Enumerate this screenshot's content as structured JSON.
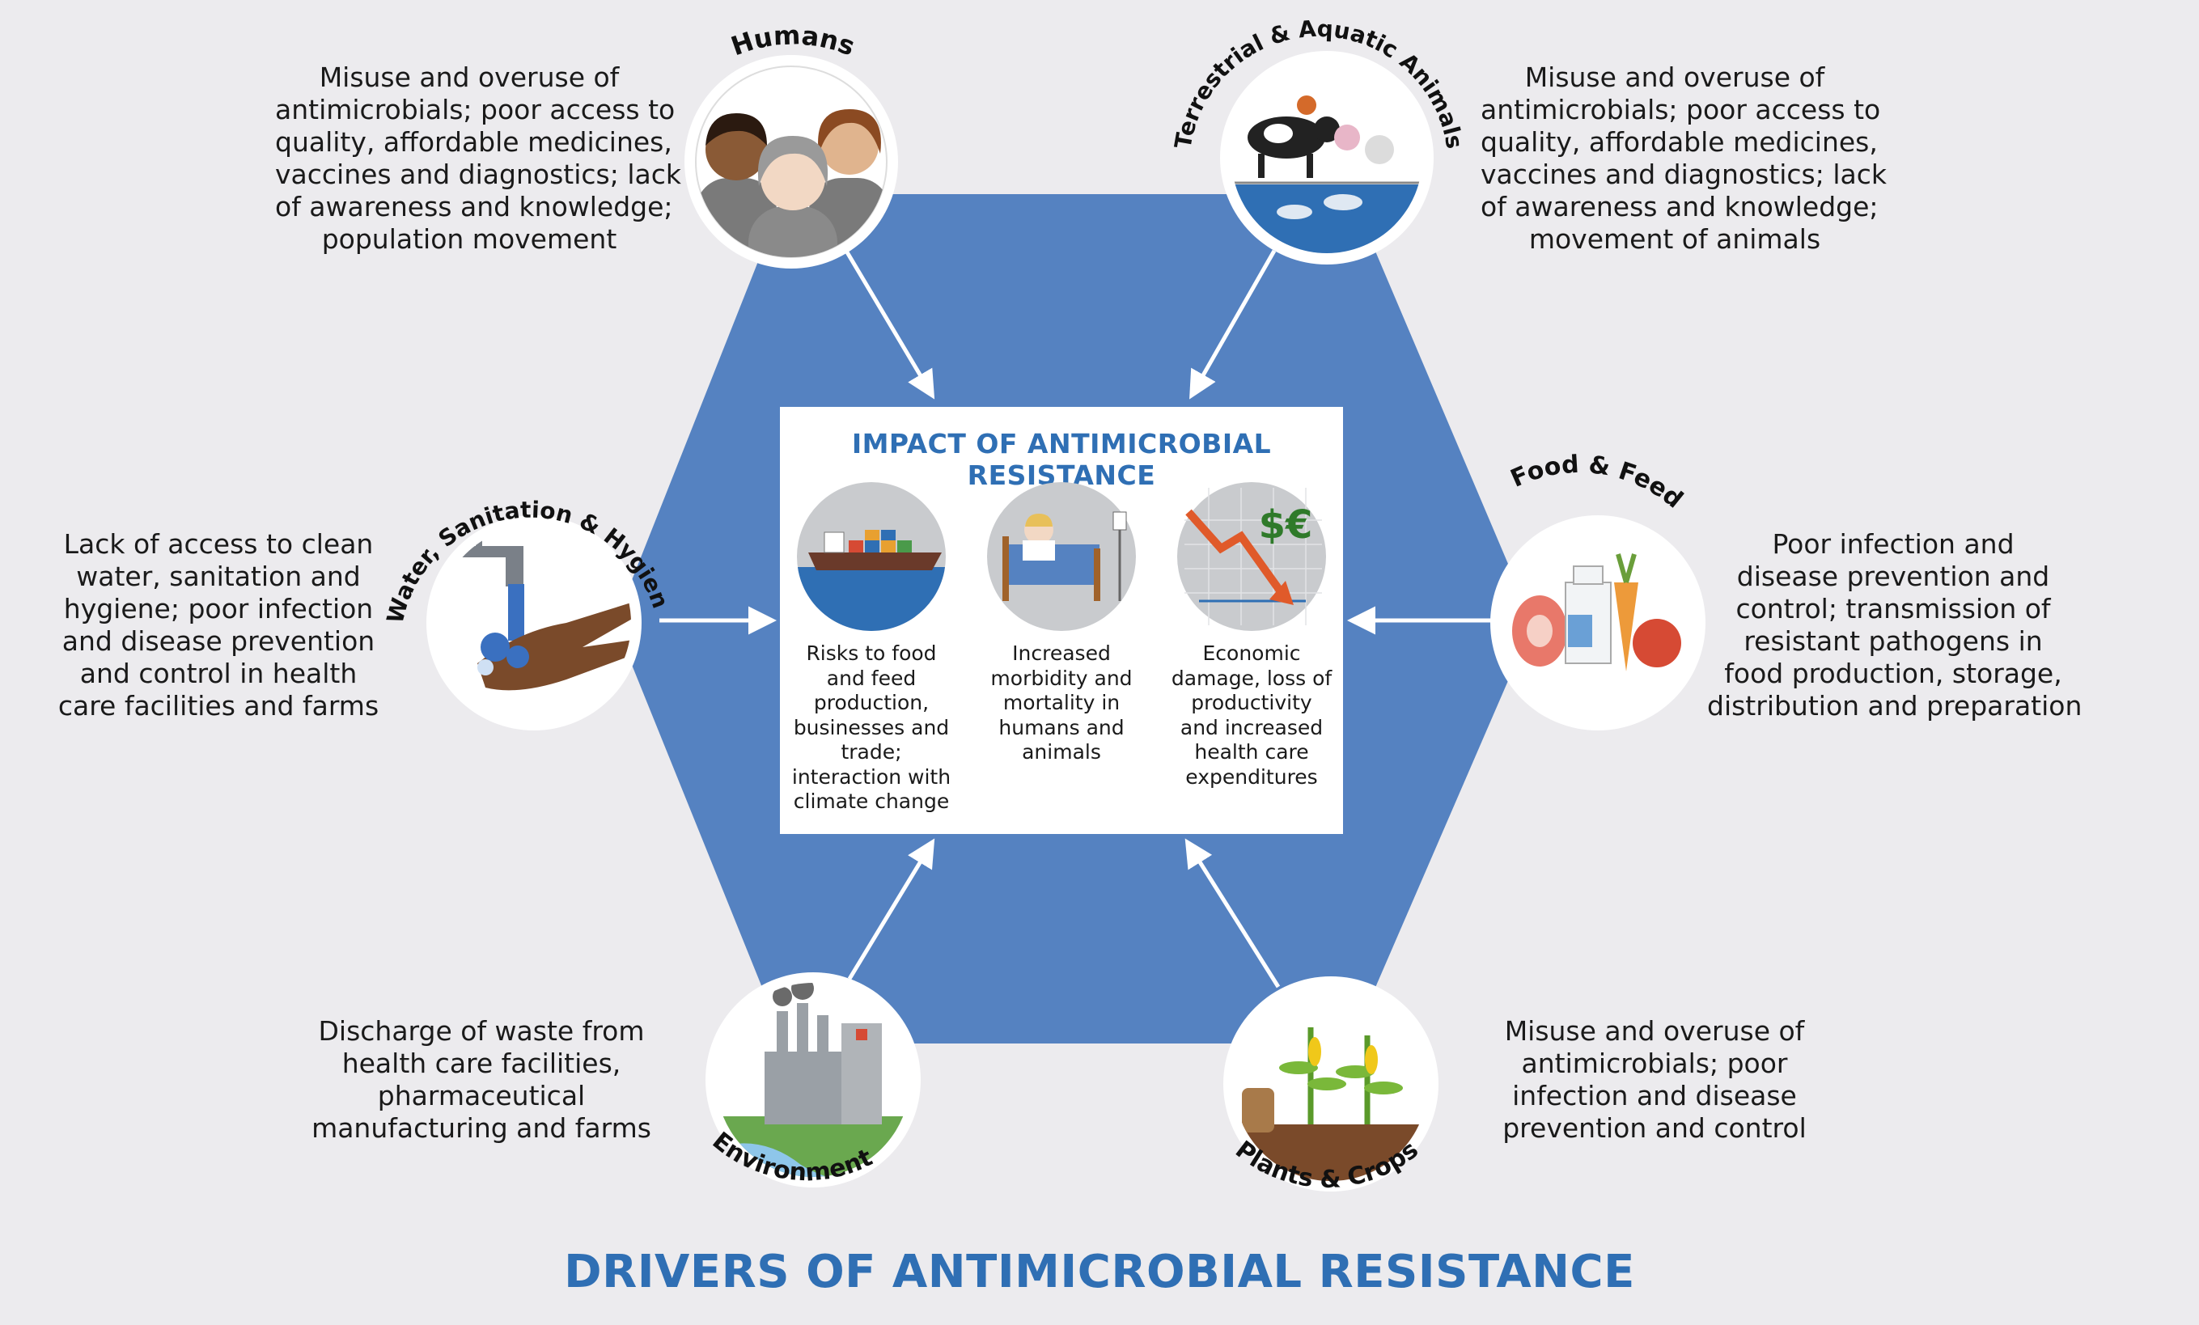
{
  "footer_title": "DRIVERS OF ANTIMICROBIAL RESISTANCE",
  "impact": {
    "title": "IMPACT OF ANTIMICROBIAL RESISTANCE",
    "items": [
      {
        "icon": "cargo-ship-icon",
        "lines": [
          "Risks to food",
          "and feed",
          "production,",
          "businesses and",
          "trade;",
          "interaction with",
          "climate change"
        ]
      },
      {
        "icon": "patient-in-bed-icon",
        "lines": [
          "Increased",
          "morbidity and",
          "mortality in",
          "humans and",
          "animals"
        ]
      },
      {
        "icon": "economic-decline-icon",
        "lines": [
          "Economic",
          "damage, loss of",
          "productivity",
          "and increased",
          "health care",
          "expenditures"
        ]
      }
    ],
    "currency_label": "$€"
  },
  "drivers": {
    "humans": {
      "label": "Humans",
      "icon": "people-icon",
      "lines": [
        "Misuse and overuse of",
        "antimicrobials; poor access to",
        "quality, affordable medicines,",
        "vaccines and diagnostics; lack",
        "of awareness and knowledge;",
        "population movement"
      ]
    },
    "animals": {
      "label": "Terrestrial & Aquatic Animals",
      "icon": "farm-animals-icon",
      "lines": [
        "Misuse and overuse of",
        "antimicrobials; poor access to",
        "quality, affordable medicines,",
        "vaccines and diagnostics; lack",
        "of awareness and knowledge;",
        "movement of animals"
      ]
    },
    "water": {
      "label": "Water, Sanitation & Hygiene",
      "icon": "handwashing-tap-icon",
      "lines": [
        "Lack of access to clean",
        "water, sanitation and",
        "hygiene; poor infection",
        "and disease prevention",
        "and control in health",
        "care facilities and farms"
      ]
    },
    "food": {
      "label": "Food & Feed",
      "icon": "food-items-icon",
      "lines": [
        "Poor infection and",
        "disease prevention and",
        "control; transmission of",
        "resistant pathogens in",
        "food production, storage,",
        "distribution and preparation"
      ]
    },
    "environment": {
      "label": "Environment",
      "icon": "factory-discharge-icon",
      "lines": [
        "Discharge of waste from",
        "health care facilities,",
        "pharmaceutical",
        "manufacturing and farms"
      ]
    },
    "plants": {
      "label": "Plants & Crops",
      "icon": "crops-icon",
      "lines": [
        "Misuse and overuse of",
        "antimicrobials; poor",
        "infection and disease",
        "prevention and control"
      ]
    }
  },
  "colors": {
    "hexagon": "#5582c1",
    "title_blue": "#2f6fb4",
    "background": "#ecebee",
    "arrow": "#ffffff"
  }
}
